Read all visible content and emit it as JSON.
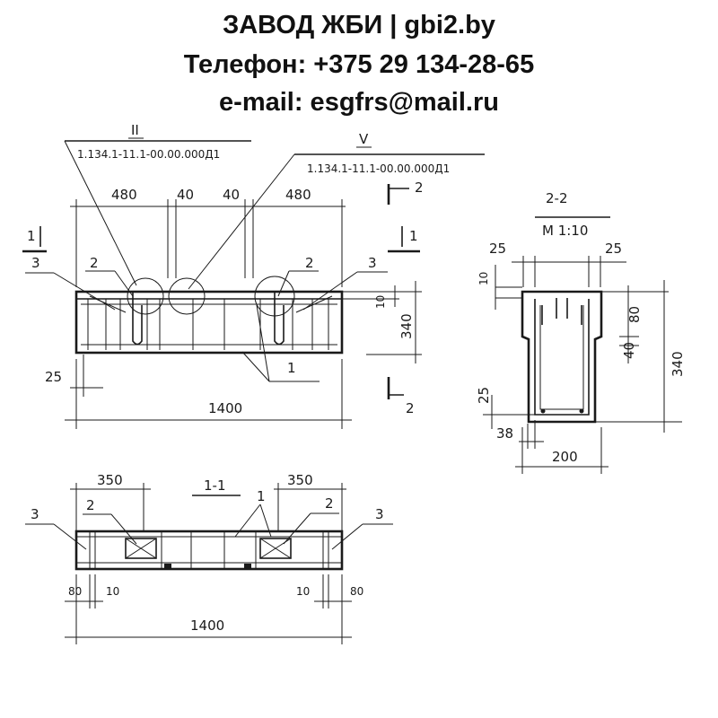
{
  "header": {
    "line1": "ЗАВОД ЖБИ | gbi2.by",
    "line2": "Телефон: +375 29 134-28-65",
    "line3": "e-mail: esgfrs@mail.ru"
  },
  "front_view": {
    "callout_II": "II",
    "callout_II_code": "1.134.1-11.1-00.00.000Д1",
    "callout_V": "V",
    "callout_V_code": "1.134.1-11.1-00.00.000Д1",
    "dim_480_left": "480",
    "dim_40_left": "40",
    "dim_40_right": "40",
    "dim_480_right": "480",
    "dim_10": "10",
    "dim_340": "340",
    "dim_25": "25",
    "dim_1400": "1400",
    "section_1_left": "1",
    "section_1_right": "1",
    "section_2_top": "2",
    "section_2_bottom": "2",
    "pos_3_left": "3",
    "pos_2_left": "2",
    "pos_2_right": "2",
    "pos_3_right": "3",
    "pos_1": "1"
  },
  "section_2_2": {
    "title": "2-2",
    "scale": "М 1:10",
    "dim_25_left": "25",
    "dim_25_right": "25",
    "dim_10": "10",
    "dim_80": "80",
    "dim_40": "40",
    "dim_340": "340",
    "dim_25_bottom": "25",
    "dim_38": "38",
    "dim_200": "200"
  },
  "section_1_1": {
    "title": "1-1",
    "dim_350_left": "350",
    "dim_350_right": "350",
    "pos_3_left": "3",
    "pos_2_left": "2",
    "pos_1": "1",
    "pos_2_right": "2",
    "pos_3_right": "3",
    "dim_80_left": "80",
    "dim_10_left": "10",
    "dim_10_right": "10",
    "dim_80_right": "80",
    "dim_1400": "1400"
  }
}
